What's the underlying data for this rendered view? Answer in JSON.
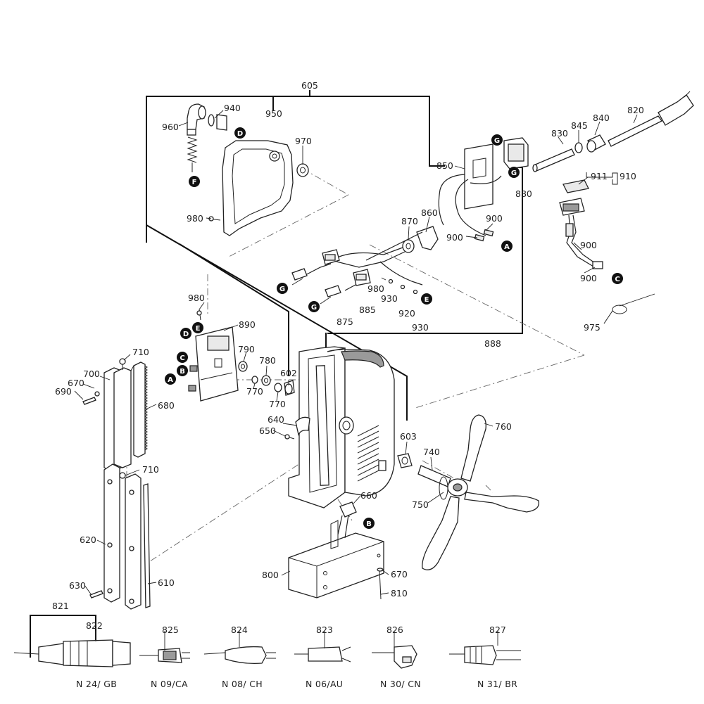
{
  "callouts": {
    "c605": "605",
    "c940": "940",
    "c950": "950",
    "c960": "960",
    "c970": "970",
    "c980a": "980",
    "c850": "850",
    "c830": "830",
    "c845": "845",
    "c840": "840",
    "c820": "820",
    "c880": "880",
    "c911": "911",
    "c910": "910",
    "c900a": "900",
    "c900b": "900",
    "c900c": "900",
    "c900d": "900",
    "c870": "870",
    "c860": "860",
    "c980b": "980",
    "c930a": "930",
    "c920": "920",
    "c930b": "930",
    "c885": "885",
    "c875": "875",
    "c888": "888",
    "c975": "975",
    "c980c": "980",
    "c890": "890",
    "c710a": "710",
    "c700": "700",
    "c670a": "670",
    "c690": "690",
    "c680": "680",
    "c790": "790",
    "c780": "780",
    "c770a": "770",
    "c770b": "770",
    "c602": "602",
    "c640": "640",
    "c650": "650",
    "c603": "603",
    "c760": "760",
    "c740": "740",
    "c750": "750",
    "c710b": "710",
    "c660": "660",
    "c620": "620",
    "c630": "630",
    "c610": "610",
    "c800": "800",
    "c670b": "670",
    "c810": "810",
    "c821": "821",
    "c822": "822",
    "c825": "825",
    "c824": "824",
    "c823": "823",
    "c826": "826",
    "c827": "827"
  },
  "markers": {
    "A": "A",
    "B": "B",
    "C": "C",
    "D": "D",
    "E": "E",
    "F": "F",
    "G": "G"
  },
  "plug_variants": [
    "N 24/ GB",
    "N 09/CA",
    "N 08/ CH",
    "N 06/AU",
    "N 30/ CN",
    "N 31/ BR"
  ]
}
